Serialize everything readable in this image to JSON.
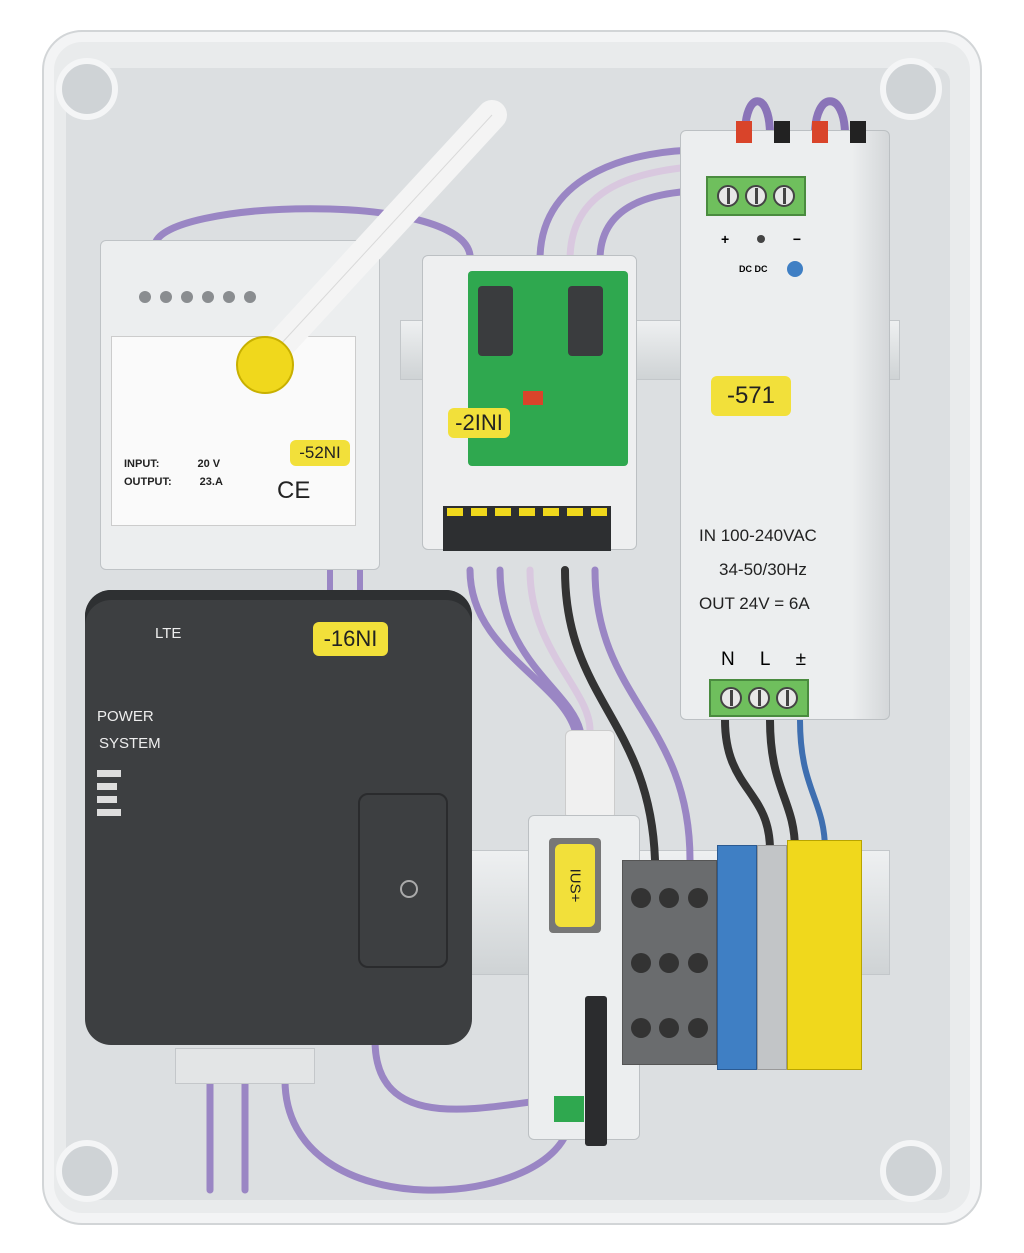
{
  "gateway_module": {
    "label": "-52NI",
    "input_label": "INPUT:",
    "input_value": "20 V",
    "output_label": "OUTPUT:",
    "output_value": "23.A",
    "ce_mark": "CE"
  },
  "io_module": {
    "label": "-2INI"
  },
  "power_supply": {
    "label": "-571",
    "plus": "+",
    "minus": "−",
    "dc_label": "DC DC",
    "line1": "IN 100-240VAC",
    "line2": "34-50/30Hz",
    "line3": "OUT 24V = 6A",
    "terminal_n": "N",
    "terminal_l": "L",
    "terminal_pe": "±"
  },
  "lte_module": {
    "label": "-16NI",
    "lte": "LTE",
    "power": "POWER",
    "system": "SYSTEM"
  },
  "small_module": {
    "label": "IUS+"
  },
  "colors": {
    "label_yellow": "#f2e03a",
    "wire_purple": "#9a86c4",
    "pcb_green": "#2fa84f",
    "lte_body": "#3d3f41",
    "led_blue": "#3f7fc4"
  }
}
